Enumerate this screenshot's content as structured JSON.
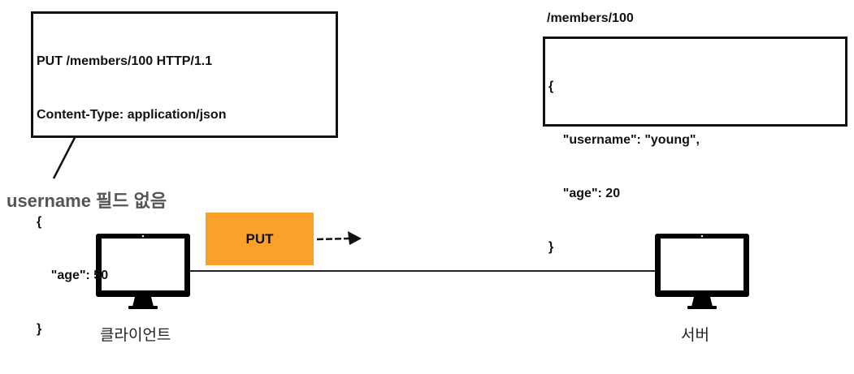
{
  "request": {
    "lines": [
      "PUT /members/100 HTTP/1.1",
      "Content-Type: application/json",
      "",
      "{",
      "    \"age\": 50",
      "}"
    ]
  },
  "note": "username 필드 없음",
  "method_label": "PUT",
  "resource": {
    "path": "/members/100",
    "lines": [
      "{",
      "    \"username\": \"young\",",
      "    \"age\": 20",
      "}"
    ]
  },
  "client_label": "클라이언트",
  "server_label": "서버",
  "icons": {
    "client": "monitor-icon",
    "server": "monitor-icon"
  }
}
